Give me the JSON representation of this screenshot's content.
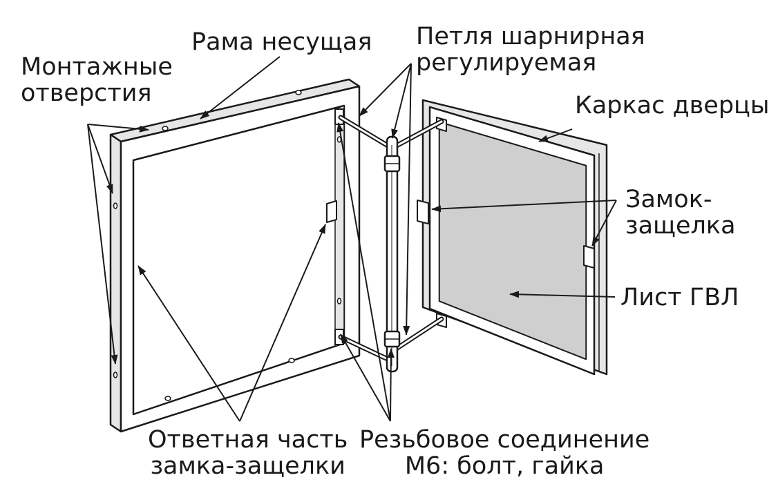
{
  "labels": {
    "mounting_holes": [
      "Монтажные",
      "отверстия"
    ],
    "frame": "Рама несущая",
    "hinge": [
      "Петля шарнирная",
      "регулируемая"
    ],
    "door_frame": "Каркас дверцы",
    "latch": [
      "Замок-",
      "защелка"
    ],
    "gvl_sheet": "Лист ГВЛ",
    "strike_plate": [
      "Ответная часть",
      "замка-защелки"
    ],
    "threaded_joint": [
      "Резьбовое соединение",
      "М6: болт, гайка"
    ]
  },
  "colors": {
    "ink": "#1a1a1a",
    "frame_face": "#ffffff",
    "frame_side": "#e6e6e6",
    "sheet": "#cfcfcf",
    "background": "#ffffff"
  }
}
